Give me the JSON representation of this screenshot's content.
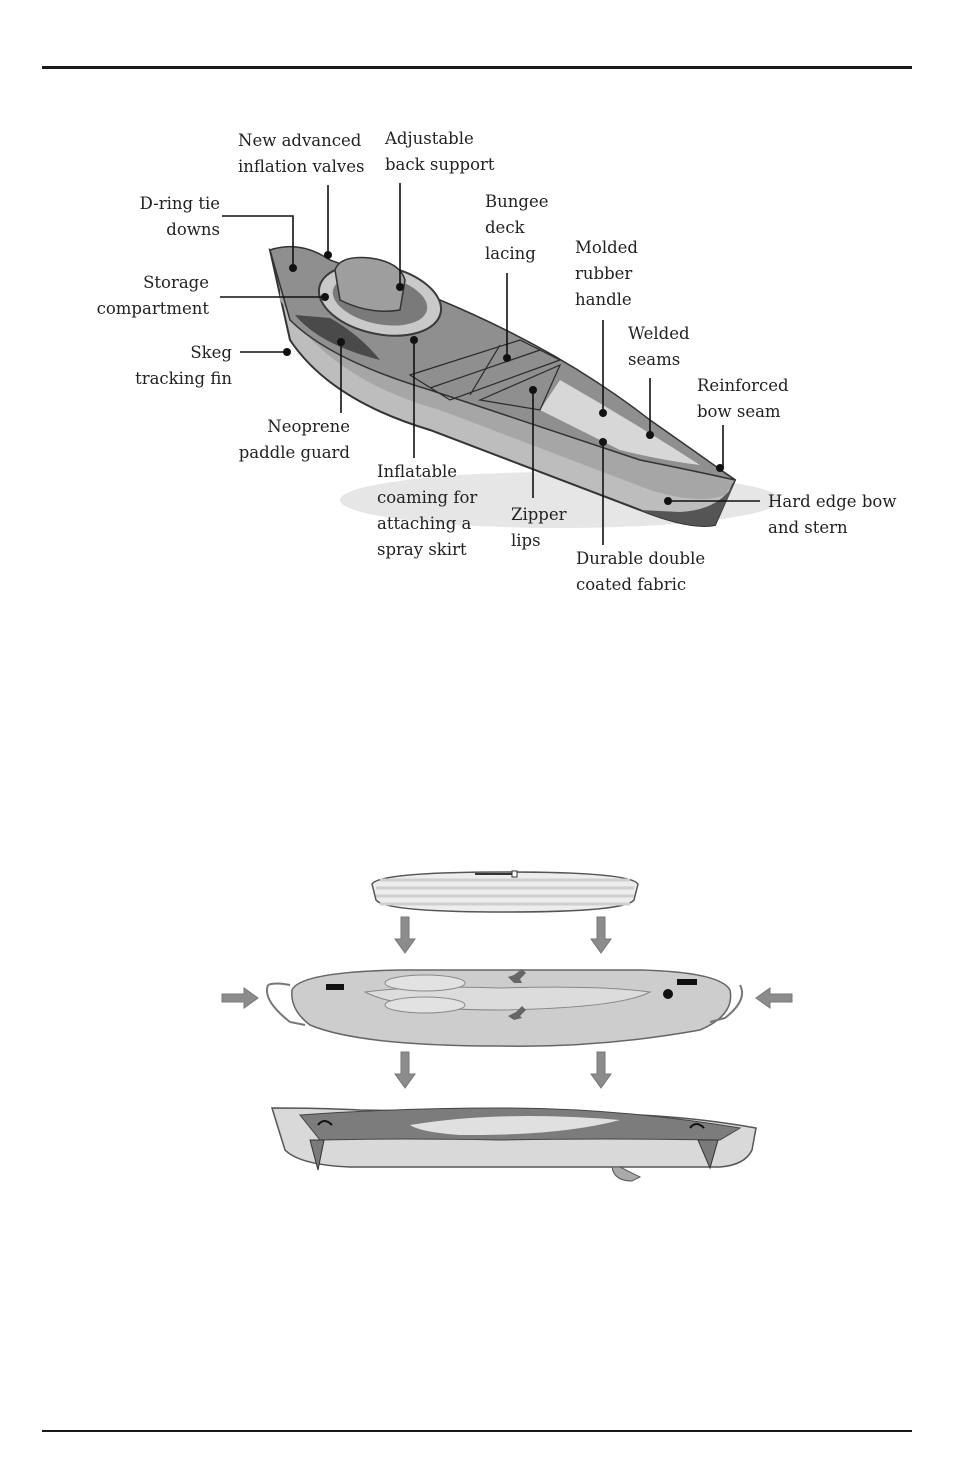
{
  "labels": {
    "inflation_valves": [
      "New advanced",
      "inflation valves"
    ],
    "back_support": [
      "Adjustable",
      "back support"
    ],
    "d_ring": [
      "D-ring tie",
      "downs"
    ],
    "bungee": [
      "Bungee",
      "deck",
      "lacing"
    ],
    "molded_handle": [
      "Molded",
      "rubber",
      "handle"
    ],
    "storage": [
      "Storage",
      "compartment"
    ],
    "welded_seams": [
      "Welded",
      "seams"
    ],
    "skeg": [
      "Skeg",
      "tracking fin"
    ],
    "reinforced_bow": [
      "Reinforced",
      "bow seam"
    ],
    "neoprene": [
      "Neoprene",
      "paddle guard"
    ],
    "coaming": [
      "Inflatable",
      "coaming for",
      "attaching a",
      "spray skirt"
    ],
    "hard_edge": [
      "Hard edge bow",
      "and stern"
    ],
    "zipper": [
      "Zipper",
      "lips"
    ],
    "fabric": [
      "Durable double",
      "coated fabric"
    ]
  },
  "colors": {
    "rule": "#1a1a1a",
    "hull_light": "#cfcfcf",
    "hull_mid": "#9a9a9a",
    "hull_dark": "#555555",
    "arrow": "#8c8c8c"
  }
}
